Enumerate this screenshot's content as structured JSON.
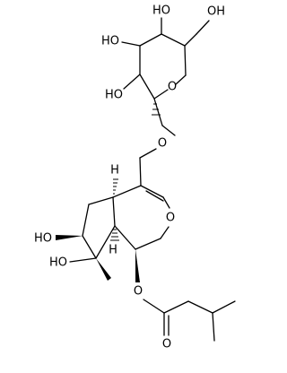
{
  "structure": {
    "oh_glc_c4": "HO",
    "oh_glc_c3": "HO",
    "oh_glc_c2": "HO",
    "oh_glc_c6": "OH",
    "o_glc_ring": "O",
    "o_glycosidic": "O",
    "o_pyran_ring": "O",
    "oh_c6": "HO",
    "oh_c7": "HO",
    "h_c5": "H",
    "h_c9": "H",
    "o_ester": "O",
    "o_carbonyl": "O"
  }
}
